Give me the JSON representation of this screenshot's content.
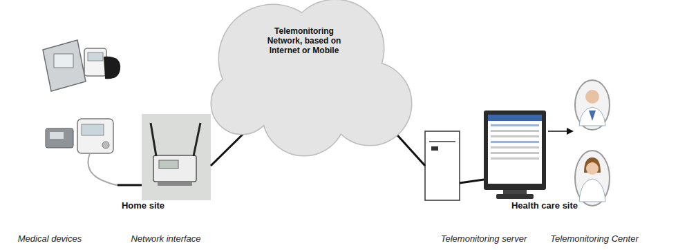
{
  "diagram": {
    "nodes": [
      {
        "text": [
          "Medical devices"
        ]
      },
      {
        "text": [
          "Network interface"
        ]
      },
      {
        "text": [
          "Telemonitoring Network, based on Internet or Mobile"
        ]
      },
      {
        "text": [
          "Telemonitoring server"
        ]
      },
      {
        "text": [
          "Telemonitoring Center"
        ]
      }
    ],
    "edges": [
      {
        "from": 0,
        "to": 1,
        "arrow": "none"
      },
      {
        "from": 1,
        "to": 2,
        "arrow": "none"
      },
      {
        "from": 2,
        "to": 3,
        "arrow": "none"
      },
      {
        "from": 3,
        "to": 4,
        "arrow": "none"
      }
    ],
    "labels": [
      "Home site",
      "Health care site"
    ]
  }
}
